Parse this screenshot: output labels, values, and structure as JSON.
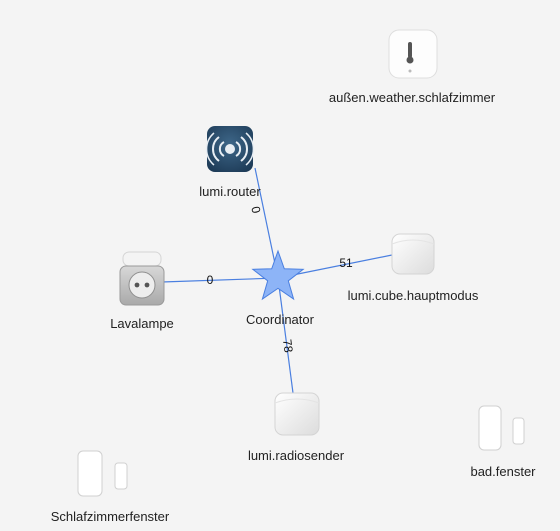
{
  "network": {
    "coordinator": {
      "label": "Coordinator",
      "icon": "star-icon",
      "color": "#8db4f7"
    },
    "nodes": {
      "weather": {
        "label": "außen.weather.schlafzimmer",
        "icon": "temperature-sensor-icon"
      },
      "router": {
        "label": "lumi.router",
        "icon": "router-icon"
      },
      "lavalampe": {
        "label": "Lavalampe",
        "icon": "power-plug-icon"
      },
      "cube": {
        "label": "lumi.cube.hauptmodus",
        "icon": "cube-icon"
      },
      "radiosender": {
        "label": "lumi.radiosender",
        "icon": "cube-icon"
      },
      "bad_fenster": {
        "label": "bad.fenster",
        "icon": "door-window-sensor-icon"
      },
      "schlafzimmerfenster": {
        "label": "Schlafzimmerfenster",
        "icon": "door-window-sensor-icon"
      }
    },
    "links": {
      "router": "0",
      "lavalampe": "0",
      "cube": "51",
      "radiosender": "78"
    },
    "link_color": "#4a7fe0"
  }
}
